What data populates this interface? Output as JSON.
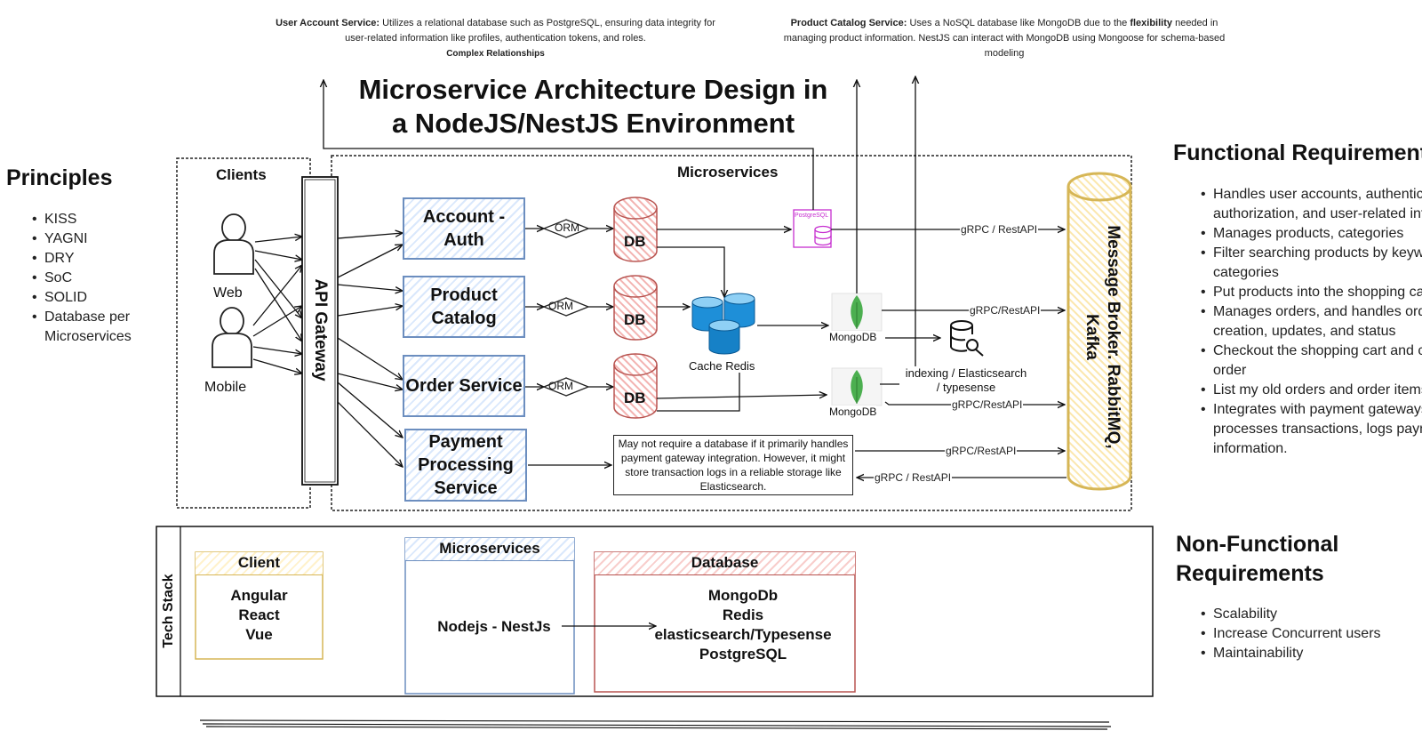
{
  "notes": {
    "user_account": {
      "title": "User Account Service:",
      "text": "Utilizes a relational database such as PostgreSQL, ensuring data integrity for user-related information like profiles, authentication tokens, and roles.",
      "sub": "Complex Relationships"
    },
    "product_catalog": {
      "title": "Product Catalog Service:",
      "text_a": "Uses a NoSQL database like MongoDB due to the",
      "text_b": "flexibility",
      "text_c": "needed in managing product information. NestJS can interact with MongoDB using Mongoose for schema-based modeling"
    }
  },
  "title": {
    "line1": "Microservice Architecture Design in",
    "line2": "a NodeJS/NestJS Environment"
  },
  "principles": {
    "heading": "Principles",
    "items": [
      "KISS",
      "YAGNI",
      "DRY",
      "SoC",
      "SOLID",
      "Database per Microservices"
    ]
  },
  "functional": {
    "heading": "Functional Requirements",
    "items": [
      "Handles user accounts, authentication, authorization, and user-related information",
      "Manages products, categories",
      "Filter searching products by keywords, and categories",
      "Put products into the shopping cart",
      "Manages orders, and handles order creation, updates, and status",
      "Checkout the shopping cart and create an order",
      "List my old orders and order items history",
      "Integrates with payment gateways, processes transactions, logs payment information."
    ]
  },
  "nonfunctional": {
    "heading_line1": "Non-Functional",
    "heading_line2": "Requirements",
    "items": [
      "Scalability",
      "Increase Concurrent users",
      "Maintainability"
    ]
  },
  "diagram": {
    "clients_label": "Clients",
    "microservices_label": "Microservices",
    "web_label": "Web",
    "mobile_label": "Mobile",
    "api_gateway": "API Gateway",
    "services": {
      "account": "Account - Auth",
      "product": "Product Catalog",
      "order": "Order Service",
      "payment": "Payment Processing Service"
    },
    "orm": "ORM",
    "db": "DB",
    "postgres_icon_text": "PostgreSQL",
    "cache_label": "Cache Redis",
    "mongodb": "MongoDB",
    "indexing_line1": "indexing / Elasticsearch",
    "indexing_line2": "/  typesense",
    "payment_note": "May not require a database if it primarily handles payment gateway integration. However, it might store transaction logs in a reliable storage like Elasticsearch.",
    "grpc_rest_spaced": "gRPC / RestAPI",
    "grpc_rest": "gRPC/RestAPI",
    "broker_line1": "Message Broker. RabbitMQ,",
    "broker_line2": "Kafka"
  },
  "tech_stack": {
    "label": "Tech Stack",
    "client": {
      "heading": "Client",
      "items": [
        "Angular",
        "React",
        "Vue"
      ]
    },
    "microservices": {
      "heading": "Microservices",
      "item": "Nodejs - NestJs"
    },
    "database": {
      "heading": "Database",
      "items": [
        "MongoDb",
        "Redis",
        "elasticsearch/Typesense",
        "PostgreSQL"
      ]
    }
  },
  "colors": {
    "service_border": "#6c8ebf",
    "service_fill": "#dae8fc",
    "db_border": "#b85450",
    "db_fill": "#f8cecc",
    "broker_border": "#d6b656",
    "broker_fill": "#fff2cc",
    "client_border": "#d6b656",
    "postgres": "#c62fd0",
    "mongo_green": "#4caf50",
    "cache_blue": "#1e8fd8"
  }
}
